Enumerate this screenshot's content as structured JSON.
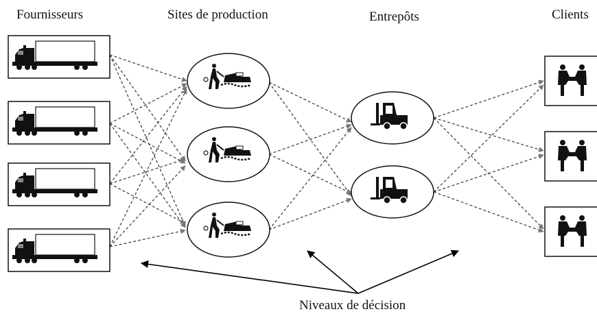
{
  "headers": {
    "suppliers": "Fournisseurs",
    "production": "Sites de production",
    "warehouses": "Entrepôts",
    "clients": "Clients"
  },
  "caption": "Niveaux de décision",
  "colors": {
    "line": "#444444",
    "arrow": "#777777",
    "stroke": "#111111"
  },
  "nodes": {
    "suppliers": [
      {
        "icon": "truck-icon"
      },
      {
        "icon": "truck-icon"
      },
      {
        "icon": "truck-icon"
      },
      {
        "icon": "truck-icon"
      }
    ],
    "production": [
      {
        "icon": "worker-machine-icon"
      },
      {
        "icon": "worker-machine-icon"
      },
      {
        "icon": "worker-machine-icon"
      }
    ],
    "warehouses": [
      {
        "icon": "forklift-icon"
      },
      {
        "icon": "forklift-icon"
      }
    ],
    "clients": [
      {
        "icon": "handshake-icon"
      },
      {
        "icon": "handshake-icon"
      },
      {
        "icon": "handshake-icon"
      }
    ]
  },
  "flows": {
    "suppliers_to_production": "all-to-all",
    "production_to_warehouses": "all-to-all",
    "warehouses_to_clients": "all-to-all"
  }
}
